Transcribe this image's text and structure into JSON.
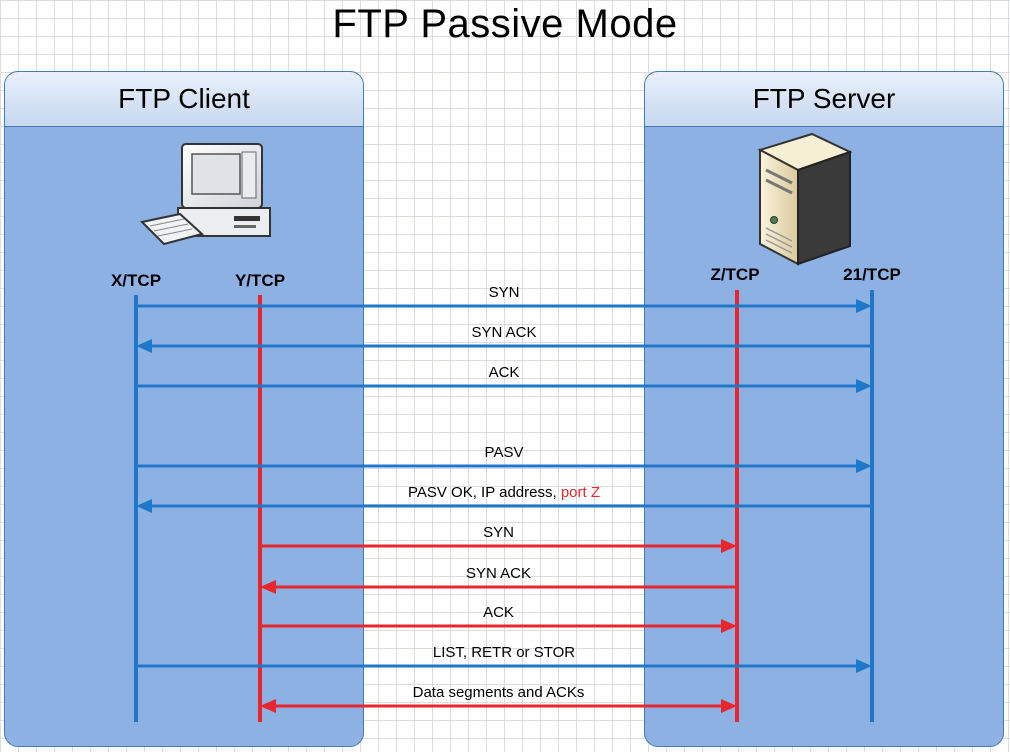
{
  "title": "FTP Passive Mode",
  "client": {
    "header": "FTP Client",
    "icon": "workstation-icon"
  },
  "server": {
    "header": "FTP Server",
    "icon": "tower-server-icon"
  },
  "ports": [
    {
      "id": "x",
      "label": "X/TCP",
      "color": "#1f77c9"
    },
    {
      "id": "y",
      "label": "Y/TCP",
      "color": "#e8262d"
    },
    {
      "id": "z",
      "label": "Z/TCP",
      "color": "#e8262d"
    },
    {
      "id": "p21",
      "label": "21/TCP",
      "color": "#1f77c9"
    }
  ],
  "messages": [
    {
      "label": "SYN",
      "from": "x",
      "to": "p21",
      "color": "#1f77c9"
    },
    {
      "label": "SYN ACK",
      "from": "p21",
      "to": "x",
      "color": "#1f77c9"
    },
    {
      "label": "ACK",
      "from": "x",
      "to": "p21",
      "color": "#1f77c9"
    },
    {
      "label": "PASV",
      "from": "x",
      "to": "p21",
      "color": "#1f77c9"
    },
    {
      "label": "PASV OK, IP address, ",
      "highlight": "port Z",
      "highlight_color": "#e8262d",
      "from": "p21",
      "to": "x",
      "color": "#1f77c9"
    },
    {
      "label": "SYN",
      "from": "y",
      "to": "z",
      "color": "#e8262d"
    },
    {
      "label": "SYN ACK",
      "from": "z",
      "to": "y",
      "color": "#e8262d"
    },
    {
      "label": "ACK",
      "from": "y",
      "to": "z",
      "color": "#e8262d"
    },
    {
      "label": "LIST, RETR or STOR",
      "from": "x",
      "to": "p21",
      "color": "#1f77c9"
    },
    {
      "label": "Data segments and ACKs",
      "from": "y",
      "to": "z",
      "bidirectional": true,
      "color": "#e8262d"
    }
  ]
}
